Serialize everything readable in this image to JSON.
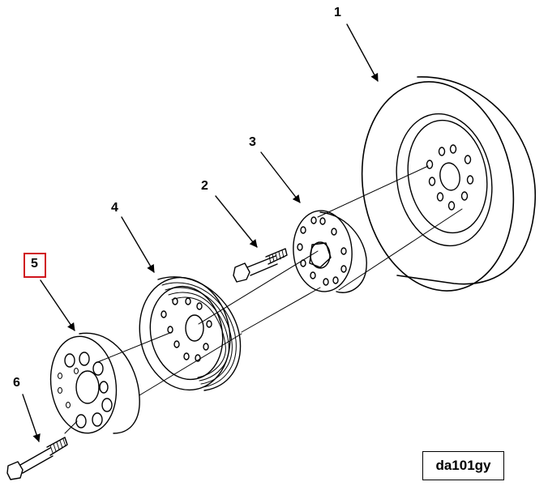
{
  "callouts": {
    "c1": "1",
    "c2": "2",
    "c3": "3",
    "c4": "4",
    "c5": "5",
    "c6": "6"
  },
  "highlighted_callout": "5",
  "highlight_color": "#d0141c",
  "figure_id": "da101gy"
}
